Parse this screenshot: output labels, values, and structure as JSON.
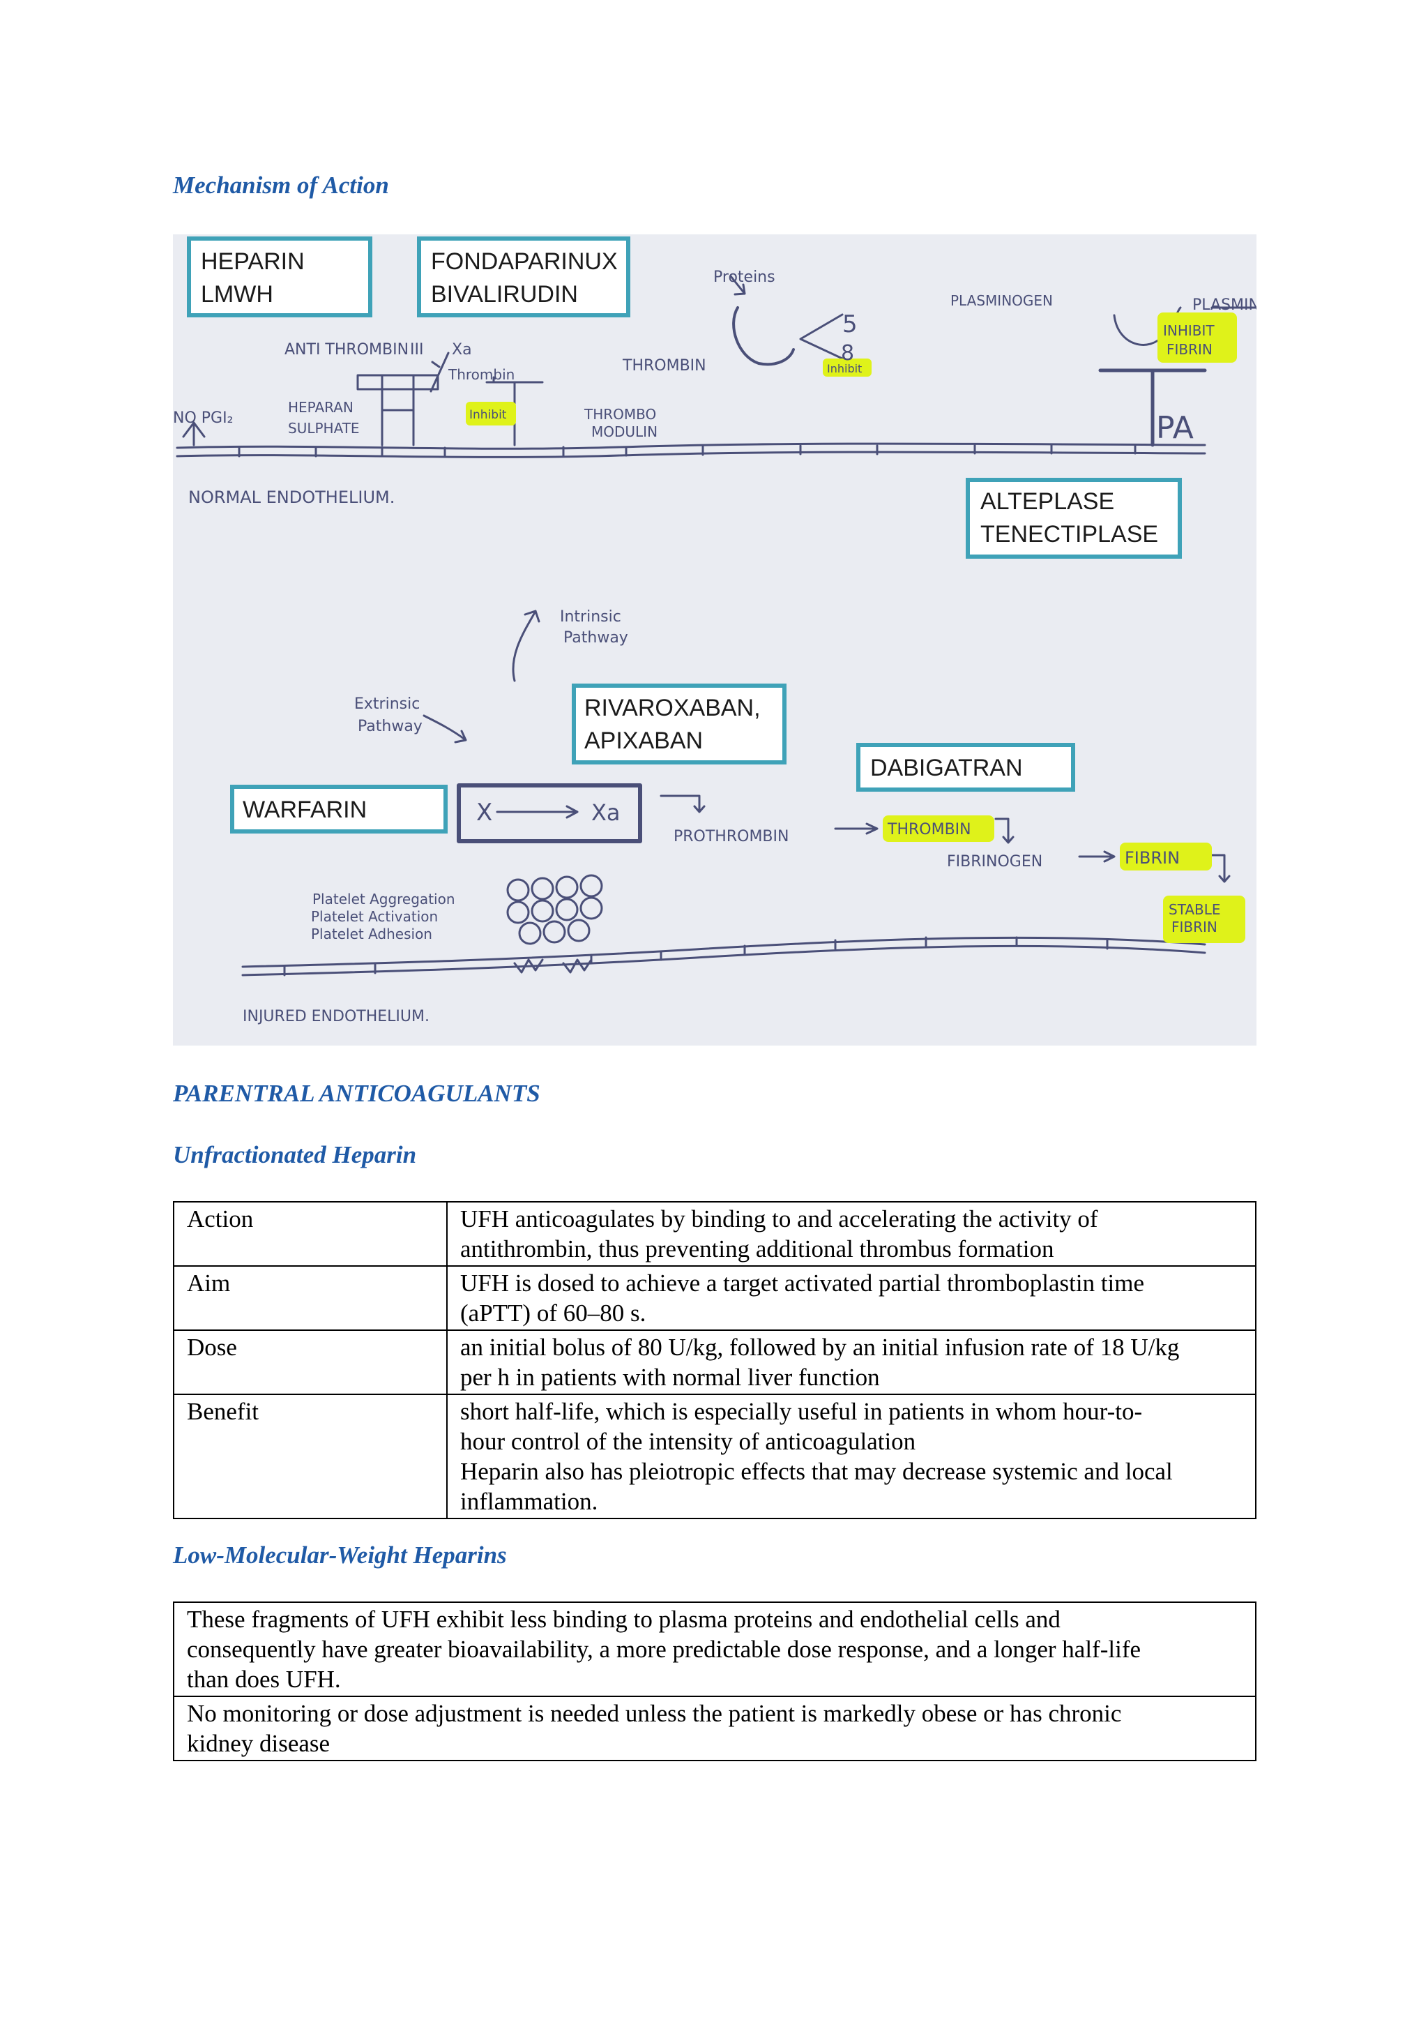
{
  "headings": {
    "mechanism": "Mechanism of Action",
    "parentral": "PARENTRAL ANTICOAGULANTS",
    "ufh": "Unfractionated Heparin",
    "lmwh": "Low-Molecular-Weight Heparins"
  },
  "diagram": {
    "boxes": {
      "heparin": [
        "HEPARIN",
        "LMWH"
      ],
      "fondaparinux": [
        "FONDAPARINUX",
        "BIVALIRUDIN"
      ],
      "alteplase": [
        "ALTEPLASE",
        "TENECTIPLASE"
      ],
      "rivaroxaban": [
        "RIVAROXABAN,",
        "APIXABAN"
      ],
      "dabigatran": "DABIGATRAN",
      "warfarin": "WARFARIN"
    },
    "labels": {
      "proteins": "Proteins",
      "plasminogen": "PLASMINOGEN",
      "plasmin": "PLASMIN",
      "inhibit_fibrin": [
        "INHIBIT",
        "FIBRIN"
      ],
      "protein_5": "5",
      "protein_8": "8",
      "inhibit_small": "Inhibit",
      "antithrombin": "ANTI THROMBIN",
      "antithrombin_num": "III",
      "xa": "Xa",
      "thrombin_top": "Thrombin",
      "thrombin_c": "THROMBIN",
      "no_pgi2": "NO  PGI₂",
      "heparan_sulphate": [
        "HEPARAN",
        "SULPHATE"
      ],
      "inhibit_mid": "Inhibit",
      "thrombomodulin": [
        "THROMBO",
        "MODULIN"
      ],
      "tpa": "PA",
      "normal_endothelium": "NORMAL ENDOTHELIUM.",
      "intrinsic": [
        "Intrinsic",
        "Pathway"
      ],
      "extrinsic": [
        "Extrinsic",
        "Pathway"
      ],
      "factor_x": "X",
      "factor_xa": "Xa",
      "prothrombin": "PROTHROMBIN",
      "thrombin_hl": "THROMBIN",
      "fibrinogen": "FIBRINOGEN",
      "fibrin_hl": "FIBRIN",
      "stable_fibrin": [
        "STABLE",
        "FIBRIN"
      ],
      "platelet": [
        "Platelet Aggregation",
        "Platelet Activation",
        "Platelet Adhesion"
      ],
      "injured_endothelium": "INJURED ENDOTHELIUM."
    },
    "colors": {
      "box_border": "#3fa2b8",
      "highlight": "#dff21a",
      "ink": "#4a4f78"
    }
  },
  "ufh_table": [
    {
      "key": "Action",
      "lines": [
        "UFH anticoagulates by binding to and accelerating the activity of",
        "antithrombin, thus preventing additional thrombus formation"
      ]
    },
    {
      "key": "Aim",
      "lines": [
        "UFH is dosed to achieve a target activated partial thromboplastin time",
        "(aPTT) of 60–80 s."
      ]
    },
    {
      "key": "Dose",
      "lines": [
        "an initial bolus of 80 U/kg, followed by an initial infusion rate of 18 U/kg",
        "per h in patients with normal liver function"
      ]
    },
    {
      "key": "Benefit",
      "lines": [
        "short half-life, which is especially useful in patients in whom hour-to-",
        "hour control of the intensity of anticoagulation",
        "Heparin also has pleiotropic effects that may decrease systemic and local",
        "inflammation."
      ]
    }
  ],
  "lmwh_table": [
    {
      "lines": [
        "These fragments of UFH exhibit less binding to plasma proteins and endothelial cells and",
        "consequently have greater bioavailability, a more predictable dose response, and a longer half-life",
        "than does UFH."
      ]
    },
    {
      "lines": [
        "No monitoring or dose adjustment is needed unless the patient is markedly obese or has chronic",
        "kidney disease"
      ]
    }
  ]
}
